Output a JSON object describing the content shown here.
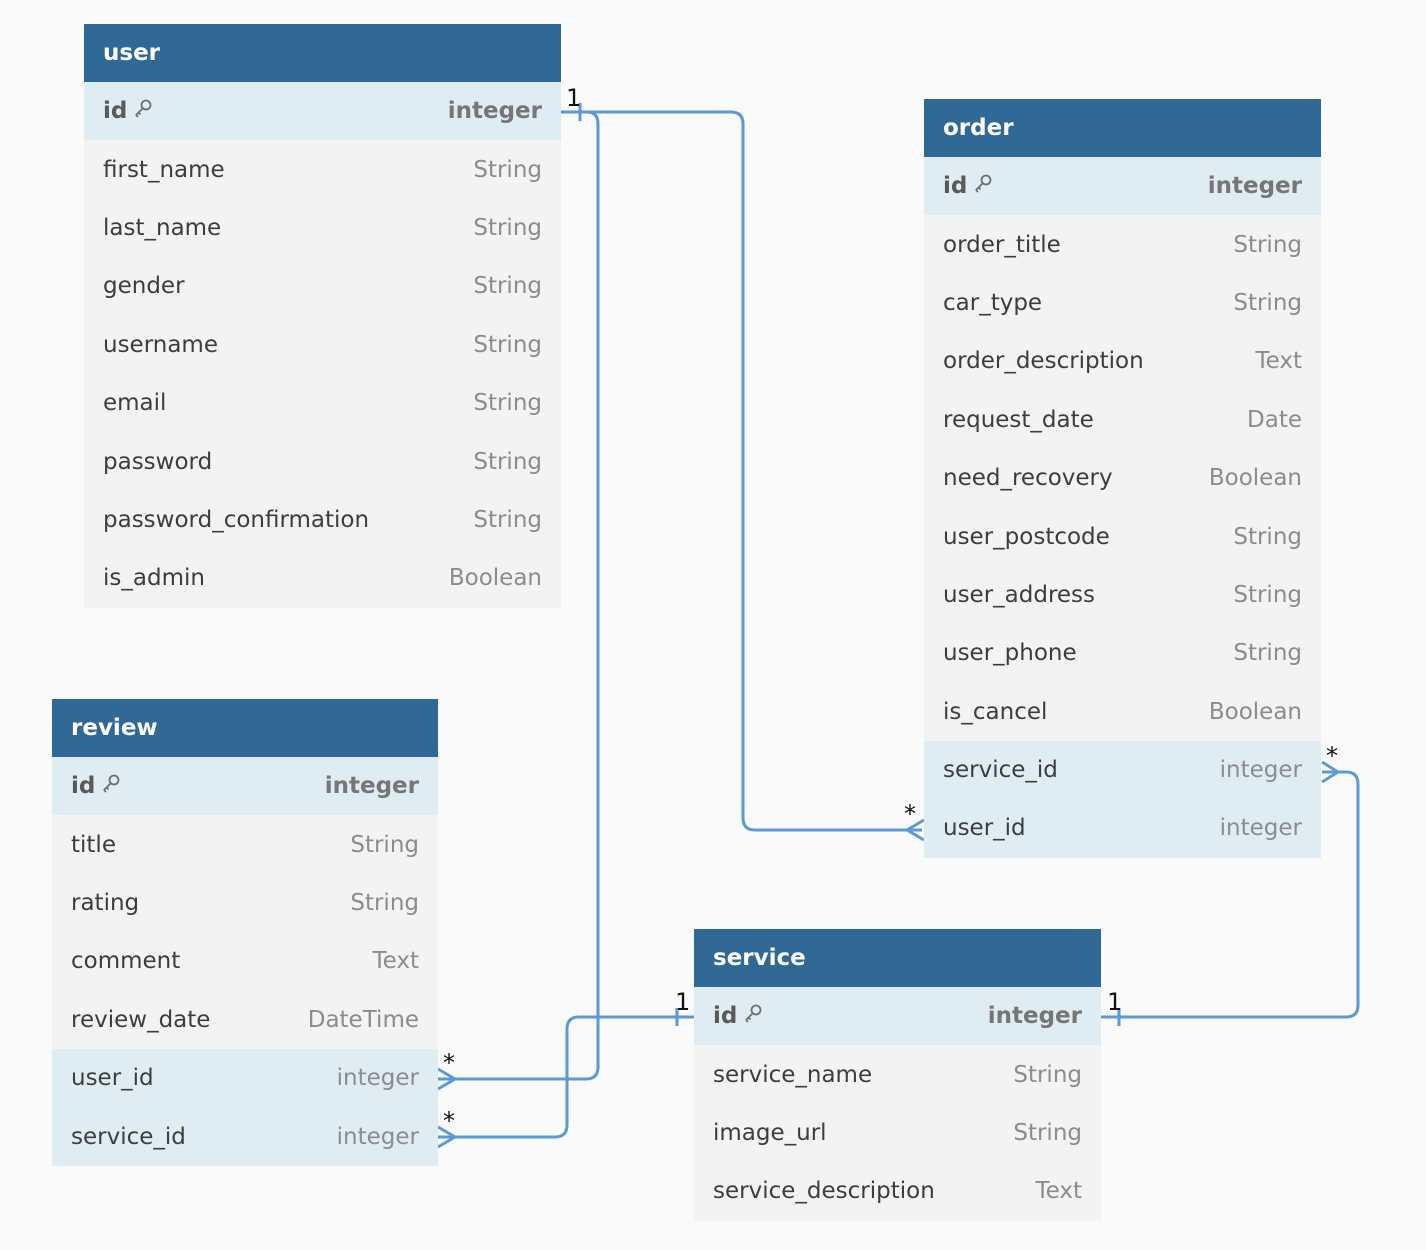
{
  "tables": {
    "user": {
      "name": "user",
      "fields": [
        {
          "name": "id",
          "type": "integer"
        },
        {
          "name": "first_name",
          "type": "String"
        },
        {
          "name": "last_name",
          "type": "String"
        },
        {
          "name": "gender",
          "type": "String"
        },
        {
          "name": "username",
          "type": "String"
        },
        {
          "name": "email",
          "type": "String"
        },
        {
          "name": "password",
          "type": "String"
        },
        {
          "name": "password_confirmation",
          "type": "String"
        },
        {
          "name": "is_admin",
          "type": "Boolean"
        }
      ]
    },
    "order": {
      "name": "order",
      "fields": [
        {
          "name": "id",
          "type": "integer"
        },
        {
          "name": "order_title",
          "type": "String"
        },
        {
          "name": "car_type",
          "type": "String"
        },
        {
          "name": "order_description",
          "type": "Text"
        },
        {
          "name": "request_date",
          "type": "Date"
        },
        {
          "name": "need_recovery",
          "type": "Boolean"
        },
        {
          "name": "user_postcode",
          "type": "String"
        },
        {
          "name": "user_address",
          "type": "String"
        },
        {
          "name": "user_phone",
          "type": "String"
        },
        {
          "name": "is_cancel",
          "type": "Boolean"
        },
        {
          "name": "service_id",
          "type": "integer"
        },
        {
          "name": "user_id",
          "type": "integer"
        }
      ]
    },
    "review": {
      "name": "review",
      "fields": [
        {
          "name": "id",
          "type": "integer"
        },
        {
          "name": "title",
          "type": "String"
        },
        {
          "name": "rating",
          "type": "String"
        },
        {
          "name": "comment",
          "type": "Text"
        },
        {
          "name": "review_date",
          "type": "DateTime"
        },
        {
          "name": "user_id",
          "type": "integer"
        },
        {
          "name": "service_id",
          "type": "integer"
        }
      ]
    },
    "service": {
      "name": "service",
      "fields": [
        {
          "name": "id",
          "type": "integer"
        },
        {
          "name": "service_name",
          "type": "String"
        },
        {
          "name": "image_url",
          "type": "String"
        },
        {
          "name": "service_description",
          "type": "Text"
        }
      ]
    }
  },
  "cardinality": {
    "user_order_one": "1",
    "user_order_many": "*",
    "service_order_one": "1",
    "service_order_many": "*",
    "user_review_many": "*",
    "service_review_one": "1",
    "service_review_many": "*"
  },
  "colors": {
    "header": "#306896",
    "connector": "#5b9bd5",
    "key_row": "#dfedf3",
    "body": "#f3f3f3"
  }
}
